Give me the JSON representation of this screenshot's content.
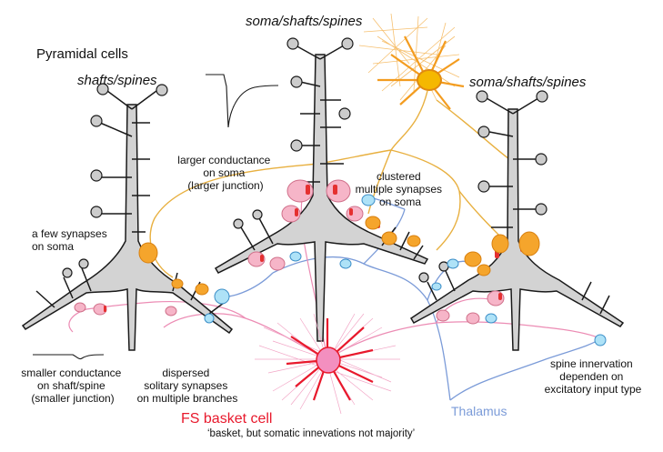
{
  "labels": {
    "pyramidal_cells": "Pyramidal cells",
    "left_cell_title": "shafts/spines",
    "center_cell_title": "soma/shafts/spines",
    "right_cell_title": "soma/shafts/spines",
    "larger_conductance": [
      "larger conductance",
      "on soma",
      "(larger junction)"
    ],
    "clustered": [
      "clustered",
      "multiple synapses",
      "on soma"
    ],
    "few_synapses": [
      "a few synapses",
      "on soma"
    ],
    "smaller_conductance": [
      "smaller conductance",
      "on shaft/spine",
      "(smaller junction)"
    ],
    "dispersed": [
      "dispersed",
      "solitary synapses",
      "on multiple branches"
    ],
    "spine_innervation": [
      "spine innervation",
      "dependen on",
      "excitatory input type"
    ],
    "thalamus": "Thalamus",
    "fs_basket_cell": "FS basket cell",
    "basket_note": "‘basket, but somatic innevations not majority’"
  },
  "colors": {
    "pyramidal_fill": "#d3d3d3",
    "outline": "#1a1a1a",
    "fs_cell": "#e8192c",
    "fs_axon": "#e86aa0",
    "orange_cell": "#f39c1f",
    "orange_axon": "#e8b040",
    "thalamus": "#7b9bd8",
    "synapse_red": "#e53030",
    "bouton_pink": "#f6b5c8",
    "bouton_blue": "#aee2f7"
  }
}
